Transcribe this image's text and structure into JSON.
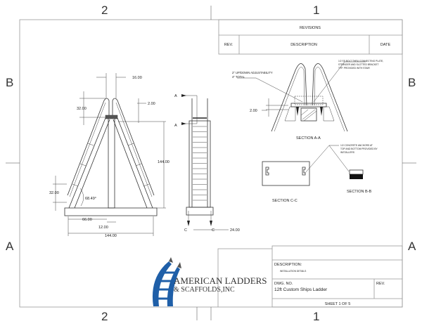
{
  "zones": {
    "top_left": "2",
    "top_right": "1",
    "bottom_left": "2",
    "bottom_right": "1",
    "left_upper": "B",
    "left_lower": "A",
    "right_upper": "B",
    "right_lower": "A"
  },
  "revisions": {
    "title": "REVISIONS",
    "col_rev": "REV.",
    "col_description": "DESCRIPTION",
    "col_date": "DATE"
  },
  "front_view": {
    "dim_top_width": "16.00",
    "dim_rail_top": "32.00",
    "dim_platform": "2.00",
    "dim_height": "144.00",
    "dim_rail_bottom": "32.00",
    "angle": "68.49°",
    "dim_half_base": "66.00",
    "dim_post": "12.00",
    "dim_base": "144.00"
  },
  "side_view": {
    "section_a_top": "A",
    "section_a_bottom": "A",
    "section_c_left": "C",
    "section_c_right": "C",
    "dim_width": "24.00"
  },
  "section_aa": {
    "label": "SECTION A-A",
    "note_adjust_line1": "2\" UP/DOWN ADJUSTABILITY",
    "note_adjust_line2": "4\" TOTAL",
    "note_bolt_line1": "1/2 SS BOLT THRU CONNECTING PLATE,",
    "note_bolt_line2": "STRINGER AND SLOTTED BRACKET",
    "note_bolt_line3": "TYP. PROVIDED WITH STAIR",
    "dim": "2.00"
  },
  "section_cc": {
    "label": "SECTION C-C"
  },
  "section_bb": {
    "label": "SECTION B-B",
    "note_line1": "1/2 CONCRETE ANCHORS AT",
    "note_line2": "TOP AND BOTTOM PROVIDED BY",
    "note_line3": "INSTALLERS"
  },
  "logo": {
    "line1": "AMERICAN LADDERS",
    "line2": "& SCAFFOLDS,INC",
    "color": "#1f5fa8"
  },
  "title_block": {
    "description_label": "DESCRIPTION:",
    "description_value": "INSTALLATION DETAILS",
    "dwg_label": "DWG. NO.",
    "dwg_value": "12ft Custom Ships Ladder",
    "rev_label": "REV.",
    "sheet": "SHEET 1 OF 5"
  }
}
